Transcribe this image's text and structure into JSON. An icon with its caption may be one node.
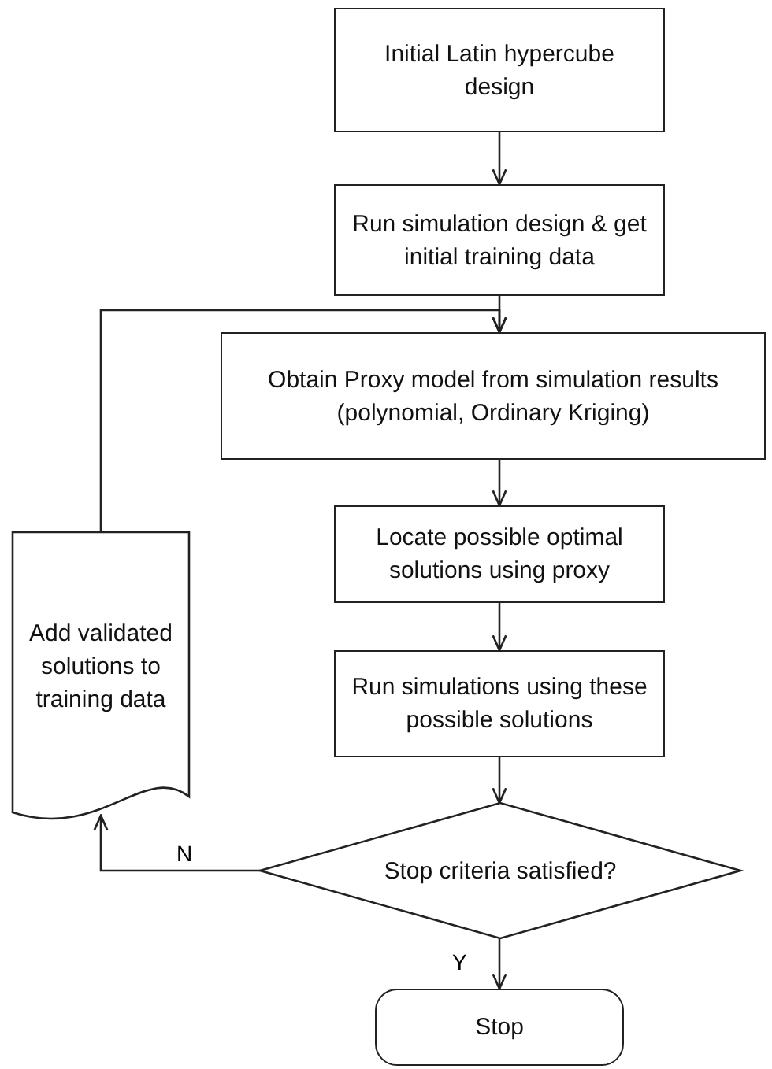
{
  "diagram": {
    "nodes": [
      {
        "text": [
          "Initial Latin hypercube design"
        ]
      },
      {
        "text": [
          "Run simulation design & get initial training data"
        ]
      },
      {
        "text": [
          "Obtain Proxy model from simulation results (polynomial, Ordinary Kriging)"
        ]
      },
      {
        "text": [
          "Locate possible optimal solutions using proxy"
        ]
      },
      {
        "text": [
          "Run simulations using these possible solutions"
        ]
      },
      {
        "text": [
          "Stop criteria satisfied?"
        ]
      },
      {
        "text": [
          "Stop"
        ]
      },
      {
        "text": [
          "Add validated solutions to training data"
        ]
      }
    ],
    "edges": [
      {
        "from": 0,
        "to": 1,
        "arrow": "to"
      },
      {
        "from": 1,
        "to": 2,
        "arrow": "to"
      },
      {
        "from": 2,
        "to": 3,
        "arrow": "to"
      },
      {
        "from": 3,
        "to": 4,
        "arrow": "to"
      },
      {
        "from": 4,
        "to": 5,
        "arrow": "to"
      },
      {
        "from": 5,
        "to": 6,
        "label": "Y",
        "arrow": "to"
      },
      {
        "from": 5,
        "to": 7,
        "label": "N",
        "arrow": "to"
      },
      {
        "from": 7,
        "to": 2,
        "arrow": "to"
      }
    ]
  }
}
